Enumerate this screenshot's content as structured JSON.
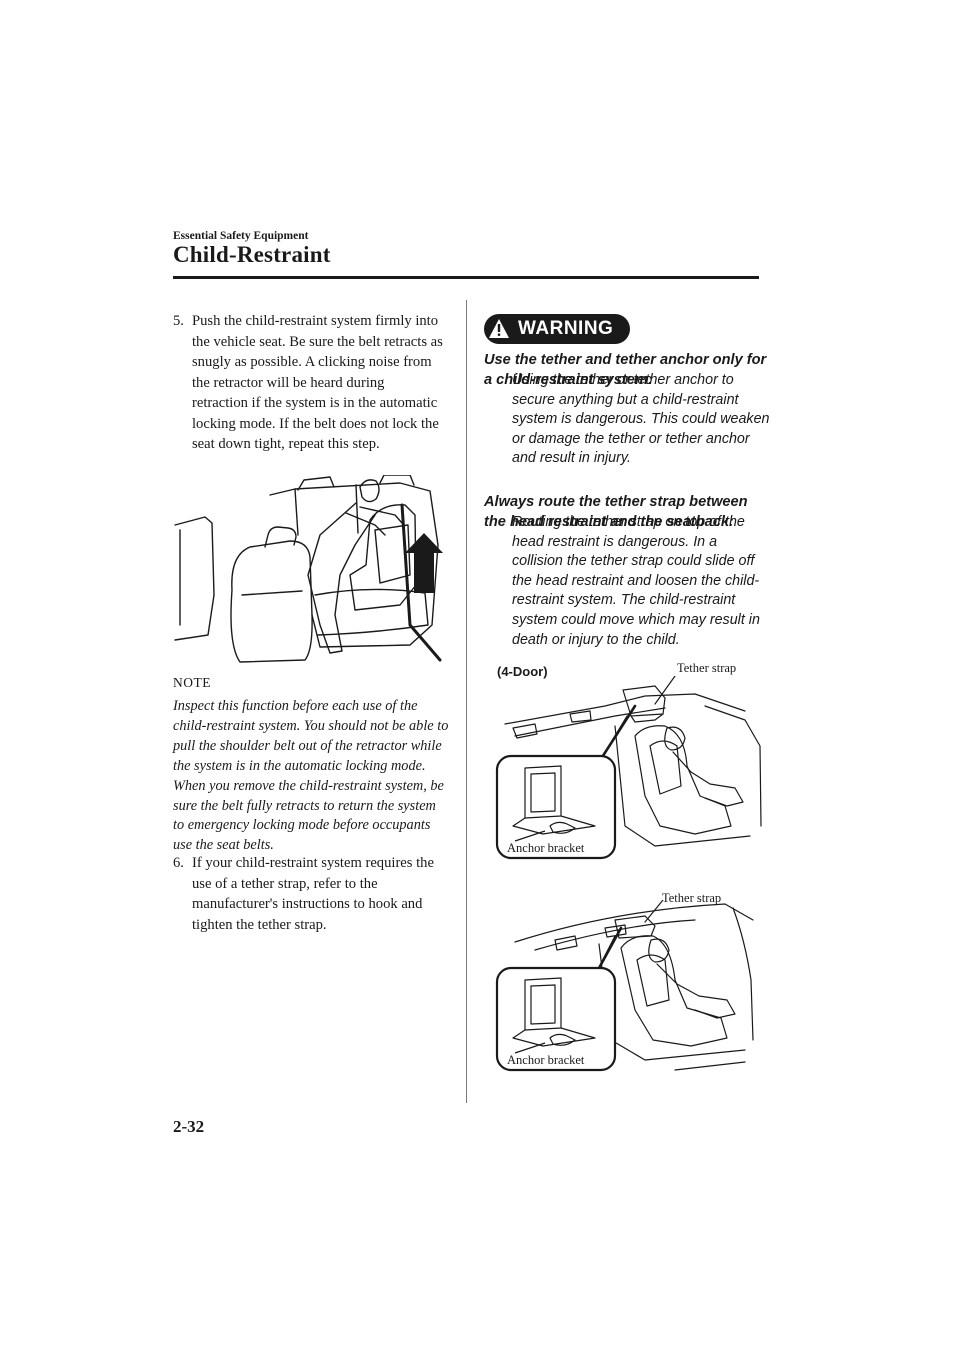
{
  "header": {
    "section": "Essential Safety Equipment",
    "title": "Child-Restraint"
  },
  "left_column": {
    "step5": {
      "number": "5.",
      "text": "Push the child-restraint system firmly into the vehicle seat. Be sure the belt retracts as snugly as possible. A clicking noise from the retractor will be heard during retraction if the system is in the automatic locking mode. If the belt does not lock the seat down tight, repeat this step."
    },
    "note": {
      "heading": "NOTE",
      "text": "Inspect this function before each use of the child-restraint system. You should not be able to pull the shoulder belt out of the retractor while the system is in the automatic locking mode. When you remove the child-restraint system, be sure the belt fully retracts to return the system to emergency locking mode before occupants use the seat belts."
    },
    "step6": {
      "number": "6.",
      "text": "If your child-restraint system requires the use of a tether strap, refer to the manufacturer's instructions to hook and tighten the tether strap."
    }
  },
  "warning": {
    "label": "WARNING",
    "icon": "exclamation-triangle-icon",
    "items": [
      {
        "heading": "Use the tether and tether anchor only for a child-restraint system:",
        "body": "Using the tether or tether anchor to secure anything but a child-restraint system is dangerous. This could weaken or damage the tether or tether anchor and result in injury."
      },
      {
        "heading": "Always route the tether strap between the head restraint and the seatback:",
        "body": "Routing the tether strap on top of the head restraint is dangerous. In a collision the tether strap could slide off the head restraint and loosen the child-restraint system. The child-restraint system could move which may result in death or injury to the child."
      }
    ]
  },
  "figures": {
    "four_door": {
      "label": "(4-Door)",
      "tether": "Tether strap",
      "anchor": "Anchor bracket"
    },
    "five_door": {
      "tether": "Tether strap",
      "anchor": "Anchor bracket"
    }
  },
  "footer": {
    "page_number": "2-32"
  }
}
